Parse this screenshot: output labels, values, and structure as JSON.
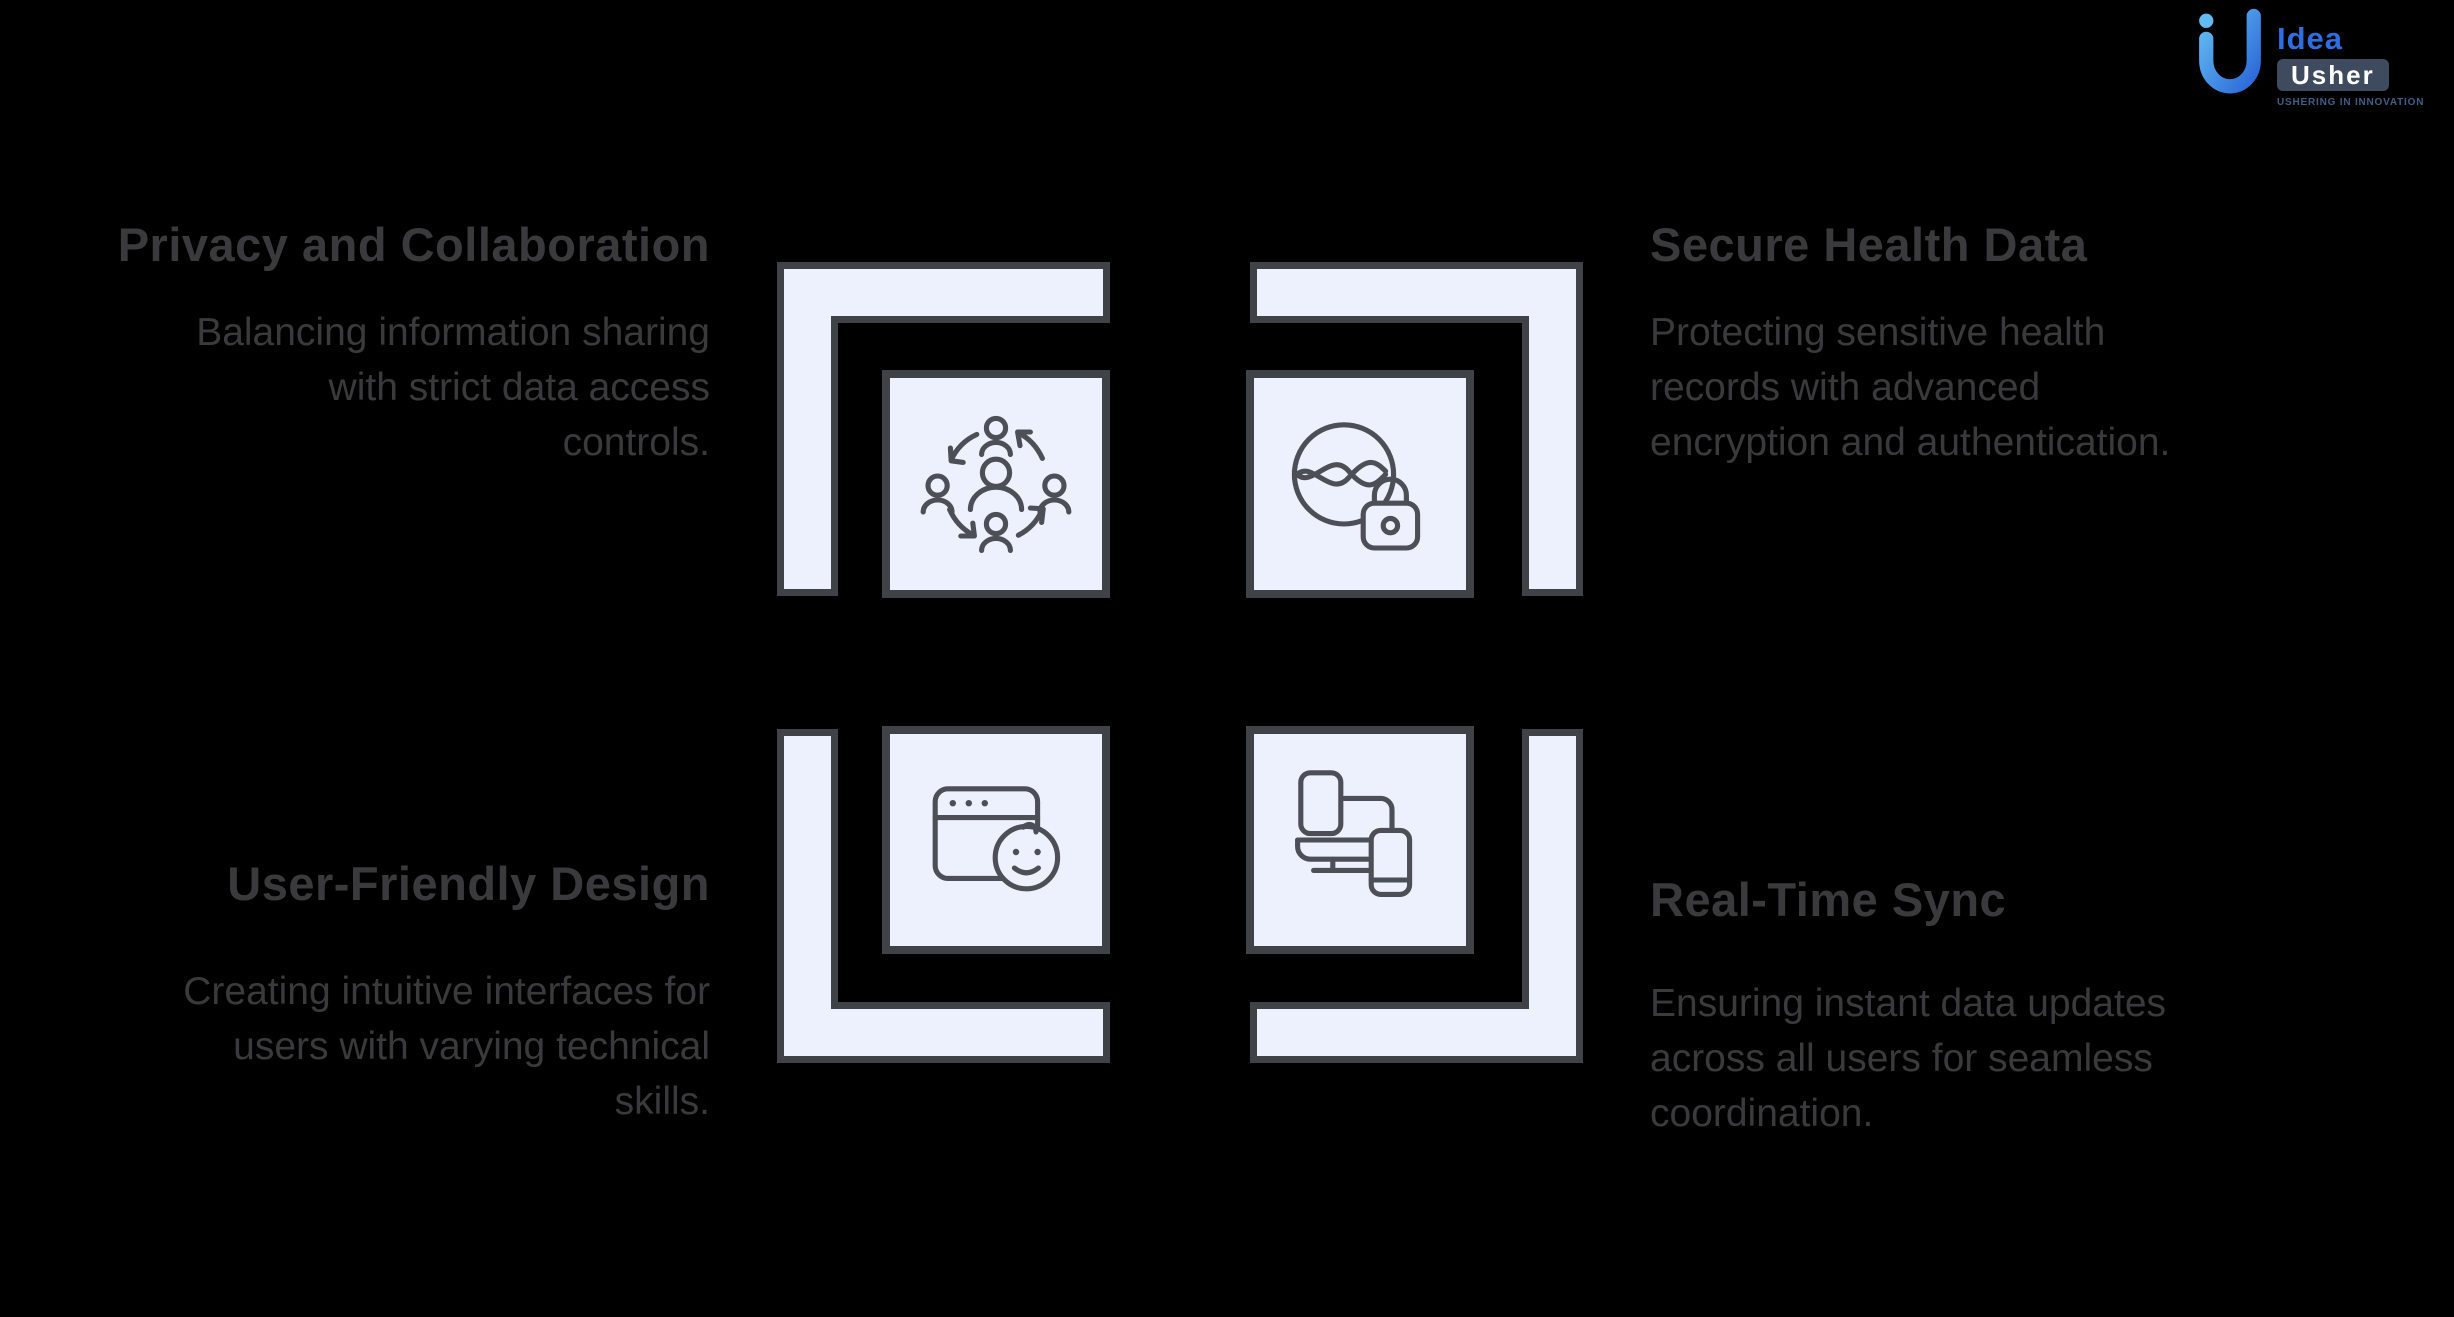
{
  "colors": {
    "background": "#000000",
    "tile_fill": "#ecf1fd",
    "tile_border": "#3f4347",
    "icon_stroke": "#4c5056",
    "text": "#3a3a3c",
    "logo_blue": "#2e6ede",
    "logo_badge_bg": "#3e4a5e",
    "logo_badge_text": "#ffffff",
    "logo_gradient_start": "#62bbf2",
    "logo_gradient_end": "#2b67d8"
  },
  "logo": {
    "word_top": "Idea",
    "word_badge": "Usher",
    "tagline": "USHERING IN INNOVATION"
  },
  "features": [
    {
      "position": "top-left",
      "title": "Privacy and Collaboration",
      "desc_lines": [
        "Balancing information sharing",
        "with strict data access",
        "controls."
      ],
      "icon": "people-collaboration-icon"
    },
    {
      "position": "top-right",
      "title": "Secure Health Data",
      "desc_lines": [
        "Protecting sensitive health",
        "records with advanced",
        "encryption and authentication."
      ],
      "icon": "dna-lock-icon"
    },
    {
      "position": "bottom-left",
      "title": "User-Friendly Design",
      "desc_lines": [
        "Creating intuitive interfaces for",
        "users with varying technical",
        "skills."
      ],
      "icon": "browser-smiley-icon"
    },
    {
      "position": "bottom-right",
      "title": "Real-Time Sync",
      "desc_lines": [
        "Ensuring instant data updates",
        "across all users for seamless",
        "coordination."
      ],
      "icon": "devices-sync-icon"
    }
  ]
}
